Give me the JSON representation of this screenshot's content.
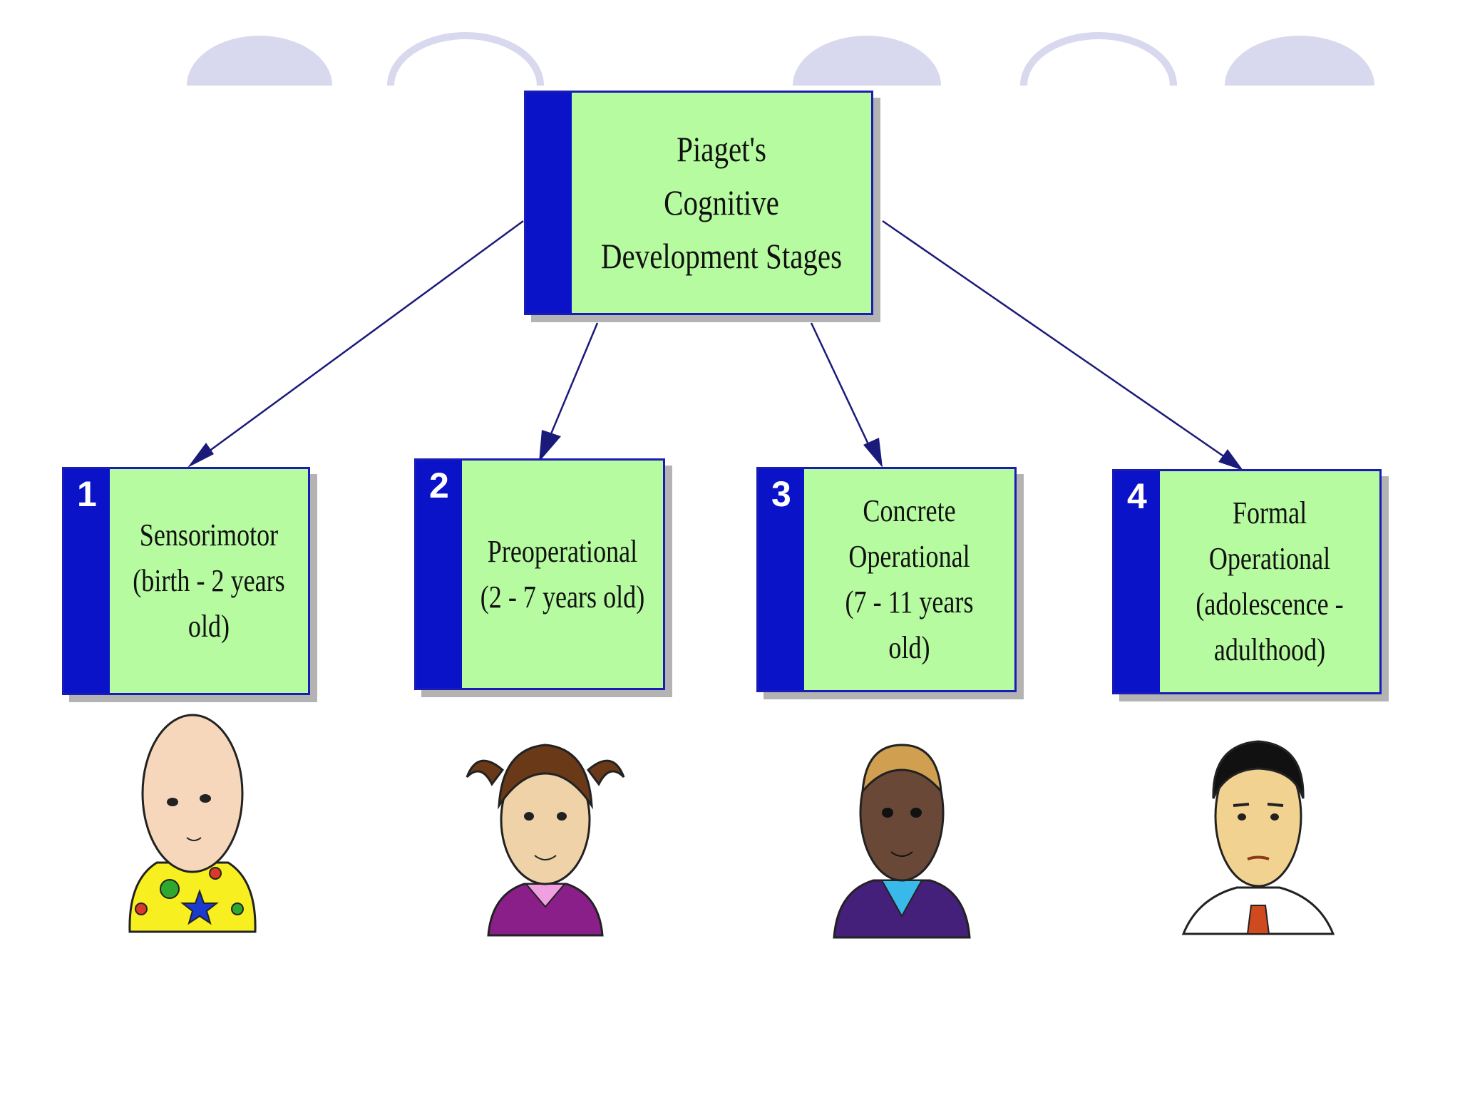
{
  "title": {
    "text": "Piaget's\nCognitive\nDevelopment Stages"
  },
  "stages": [
    {
      "number": "1",
      "text": "Sensorimotor\n(birth - 2 years\nold)"
    },
    {
      "number": "2",
      "text": "Preoperational\n(2 - 7 years old)"
    },
    {
      "number": "3",
      "text": "Concrete\nOperational\n(7 - 11 years old)"
    },
    {
      "number": "4",
      "text": "Formal Operational\n(adolescence -\nadulthood)"
    }
  ],
  "colors": {
    "box_fill": "#b6fba0",
    "band": "#0a13c8",
    "arrow": "#1a1a7a",
    "decor": "#d8d8ee"
  },
  "icons": [
    "baby-icon",
    "girl-icon",
    "boy-icon",
    "man-icon"
  ]
}
